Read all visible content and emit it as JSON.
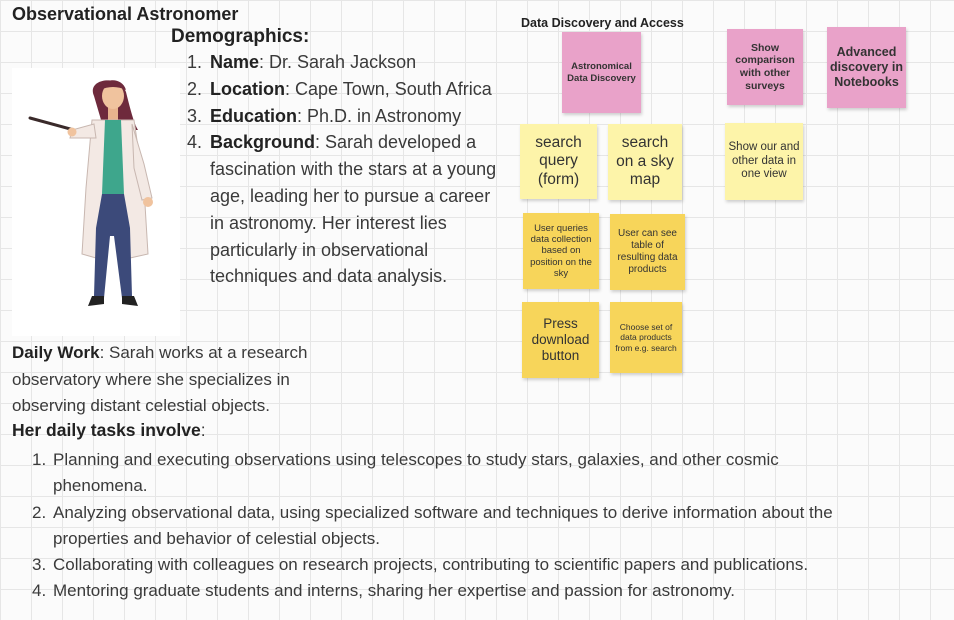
{
  "persona": {
    "title": "Observational Astronomer",
    "demographics_heading": "Demographics:",
    "demographics": [
      {
        "num": "1.",
        "label": "Name",
        "value": ": Dr. Sarah Jackson"
      },
      {
        "num": "2.",
        "label": "Location",
        "value": ": Cape Town, South Africa"
      },
      {
        "num": "3.",
        "label": "Education",
        "value": ": Ph.D. in Astronomy"
      },
      {
        "num": "4.",
        "label": "Background",
        "value": ": Sarah developed a fascination with the stars at a young age, leading her to pursue a career in astronomy. Her interest lies particularly in observational techniques and data analysis."
      }
    ],
    "daily_work_label": "Daily Work",
    "daily_work_text": ": Sarah works at a research observatory where she specializes in observing distant celestial objects.",
    "tasks_heading": "Her daily tasks involve",
    "tasks_heading_suffix": ":",
    "tasks": [
      {
        "num": "1.",
        "text": "Planning and executing observations using telescopes to study stars, galaxies, and other cosmic\nphenomena."
      },
      {
        "num": "2.",
        "text": "Analyzing observational data, using specialized software and techniques to derive information about the\nproperties and behavior of celestial objects."
      },
      {
        "num": "3.",
        "text": "Collaborating with colleagues on research projects, contributing to scientific papers and publications."
      },
      {
        "num": "4.",
        "text": "Mentoring graduate students and interns, sharing her expertise and passion for astronomy."
      }
    ]
  },
  "board": {
    "title": "Data Discovery and Access",
    "notes": {
      "astronomical_data_discovery": "Astronomical Data Discovery",
      "show_comparison": "Show comparison with other surveys",
      "advanced_discovery": "Advanced discovery in Notebooks",
      "search_query_form": "search query (form)",
      "search_sky_map": "search on a sky map",
      "show_data_one_view": "Show our and other data in one view",
      "user_queries": "User queries data collection based on position on the sky",
      "user_table": "User can see table of resulting data products",
      "press_download": "Press download button",
      "choose_set": "Choose set of data products from e.g. search"
    }
  },
  "colors": {
    "sticky_pink": "#e9a2c9",
    "sticky_light_yellow": "#fdf4a9",
    "sticky_yellow": "#f7d55a",
    "coat": "#f3e9e4",
    "shirt": "#3ea68c",
    "trousers": "#3c4a7a",
    "hair": "#6e2a3c"
  }
}
